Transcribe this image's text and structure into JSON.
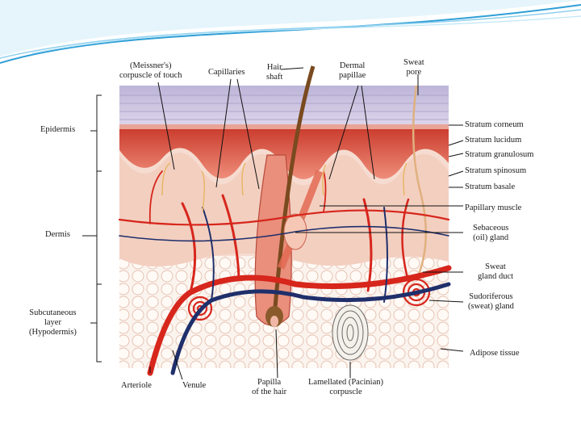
{
  "labels": {
    "meissner": [
      "(Meissner's)",
      "corpuscle of touch"
    ],
    "capillaries": "Capillaries",
    "hair_shaft": [
      "Hair",
      "shaft"
    ],
    "dermal_papillae": [
      "Dermal",
      "papillae"
    ],
    "sweat_pore": [
      "Sweat",
      "pore"
    ],
    "epidermis": "Epidermis",
    "dermis": "Dermis",
    "hypodermis": [
      "Subcutaneous",
      "layer",
      "(Hypodermis)"
    ],
    "stratum_corneum": "Stratum corneum",
    "stratum_lucidum": "Stratum lucidum",
    "stratum_granulosum": "Stratum granulosum",
    "stratum_spinosum": "Stratum spinosum",
    "stratum_basale": "Stratum basale",
    "papillary_muscle": "Papillary muscle",
    "sebaceous": [
      "Sebaceous",
      "(oil) gland"
    ],
    "sweat_duct": [
      "Sweat",
      "gland duct"
    ],
    "sudoriferous": [
      "Sudoriferous",
      "(sweat) gland"
    ],
    "adipose": "Adipose tissue",
    "arteriole": "Arteriole",
    "venule": "Venule",
    "papilla_hair": [
      "Papilla",
      "of the hair"
    ],
    "lamellated": [
      "Lamellated (Pacinian)",
      "corpuscle"
    ]
  },
  "colors": {
    "background": "#ffffff",
    "header_accent": "#2f9fd6",
    "header_light": "#bfe6f7",
    "epidermis_top": "#c9c2df",
    "epidermis_red": "#d8503c",
    "dermis": "#f6dcd0",
    "artery": "#d7261c",
    "vein": "#1f2f6b",
    "adipose": "#fbf4ee",
    "hair": "#7a4a1f"
  }
}
